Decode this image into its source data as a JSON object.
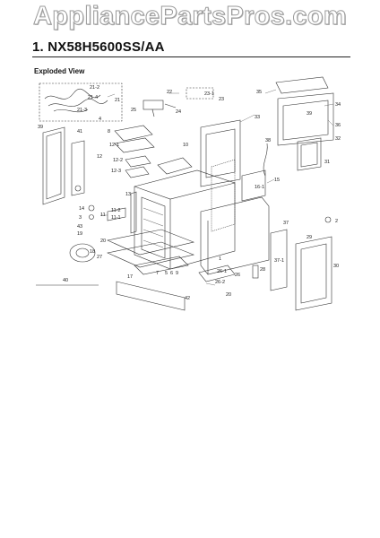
{
  "watermark": "AppliancePartsPros.com",
  "heading": {
    "number": "1.",
    "model": "NX58H5600SS/AA",
    "full": "1.  NX58H5600SS/AA"
  },
  "section_label": "Exploded View",
  "callouts": [
    "21-2",
    "21-4",
    "21",
    "21-3",
    "22",
    "23-1",
    "23",
    "25",
    "24",
    "4",
    "39",
    "41",
    "8",
    "12-1",
    "12",
    "12-2",
    "12-3",
    "10",
    "35",
    "34",
    "36",
    "32",
    "33",
    "38",
    "31",
    "15",
    "16-1",
    "13",
    "14",
    "3",
    "11-2",
    "11-1",
    "11",
    "43",
    "19",
    "18",
    "20",
    "27",
    "17",
    "9",
    "5",
    "7",
    "6",
    "37",
    "37-1",
    "29",
    "30",
    "2",
    "1",
    "26-1",
    "26",
    "26-2",
    "28",
    "42",
    "40"
  ],
  "colors": {
    "line": "#333333",
    "rule": "#222222",
    "watermark_outline": "#9a9a9a"
  }
}
